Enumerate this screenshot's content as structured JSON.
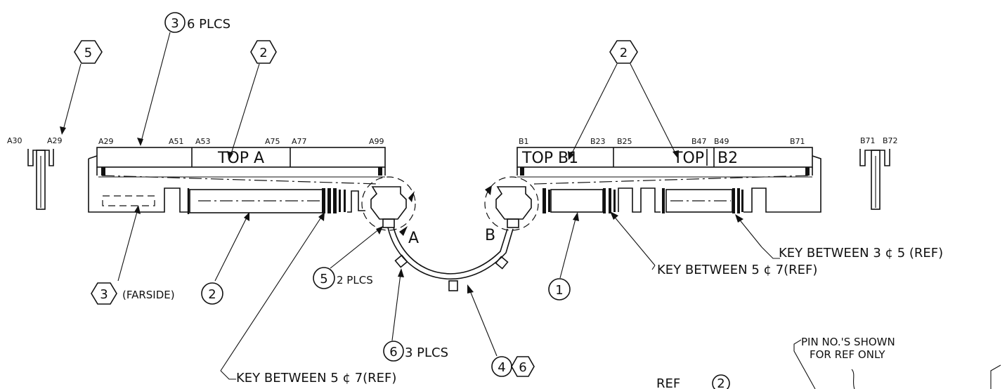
{
  "callouts": {
    "c3_top": "3",
    "c3_top_note": "6 PLCS",
    "c5_left": "5",
    "c2_mid": "2",
    "c2_right": "2",
    "c3_far": "3",
    "c3_far_note": "(FARSIDE)",
    "c2_bottom": "2",
    "c5_bottom": "5",
    "c5_bottom_note": "2 PLCS",
    "c6_bottom": "6",
    "c6_bottom_note": "3 PLCS",
    "c4": "4",
    "c6_pair": "6",
    "c1": "1"
  },
  "pins": {
    "a30": "A30",
    "a29_single": "A29",
    "a29": "A29",
    "a51": "A51",
    "a53": "A53",
    "a75": "A75",
    "a77": "A77",
    "a99": "A99",
    "b1": "B1",
    "b23": "B23",
    "b25": "B25",
    "b47": "B47",
    "b49": "B49",
    "b71": "B71",
    "b71_single": "B71",
    "b72": "B72"
  },
  "labels": {
    "top_a": "TOP A",
    "top_b1": "TOP B1",
    "top": "TOP",
    "b2": "B2",
    "detail_a": "A",
    "detail_b": "B",
    "key_3_5": "KEY BETWEEN 3 ¢ 5 (REF)",
    "key_5_7_right": "KEY BETWEEN 5 ¢ 7(REF)",
    "key_5_7_left": "KEY BETWEEN 5 ¢ 7(REF)",
    "pin_note_line1": "PIN NO.'S SHOWN",
    "pin_note_line2": "FOR REF ONLY",
    "ref2": "REF"
  }
}
